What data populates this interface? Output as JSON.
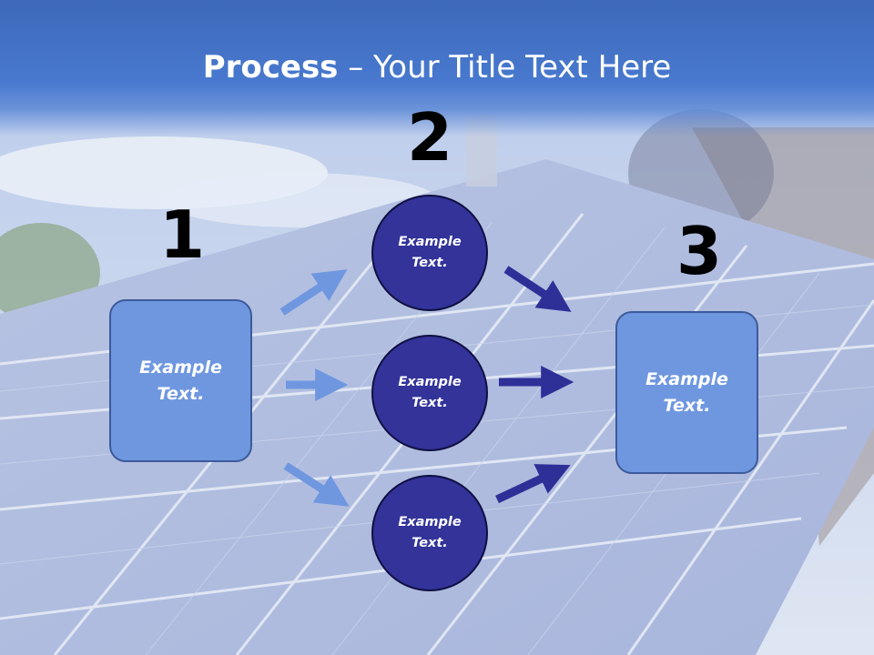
{
  "title": {
    "bold": "Process",
    "rest": " – Your Title Text Here"
  },
  "steps": {
    "one": "1",
    "two": "2",
    "three": "3"
  },
  "nodes": {
    "left_box": "Example Text.",
    "circle_top": "Example Text.",
    "circle_middle": "Example Text.",
    "circle_bottom": "Example Text.",
    "right_box": "Example Text."
  },
  "colors": {
    "light_arrow": "#6f97e0",
    "dark_arrow": "#2f2f98",
    "box_fill": "#6f97e0",
    "circle_fill": "#33339a"
  }
}
